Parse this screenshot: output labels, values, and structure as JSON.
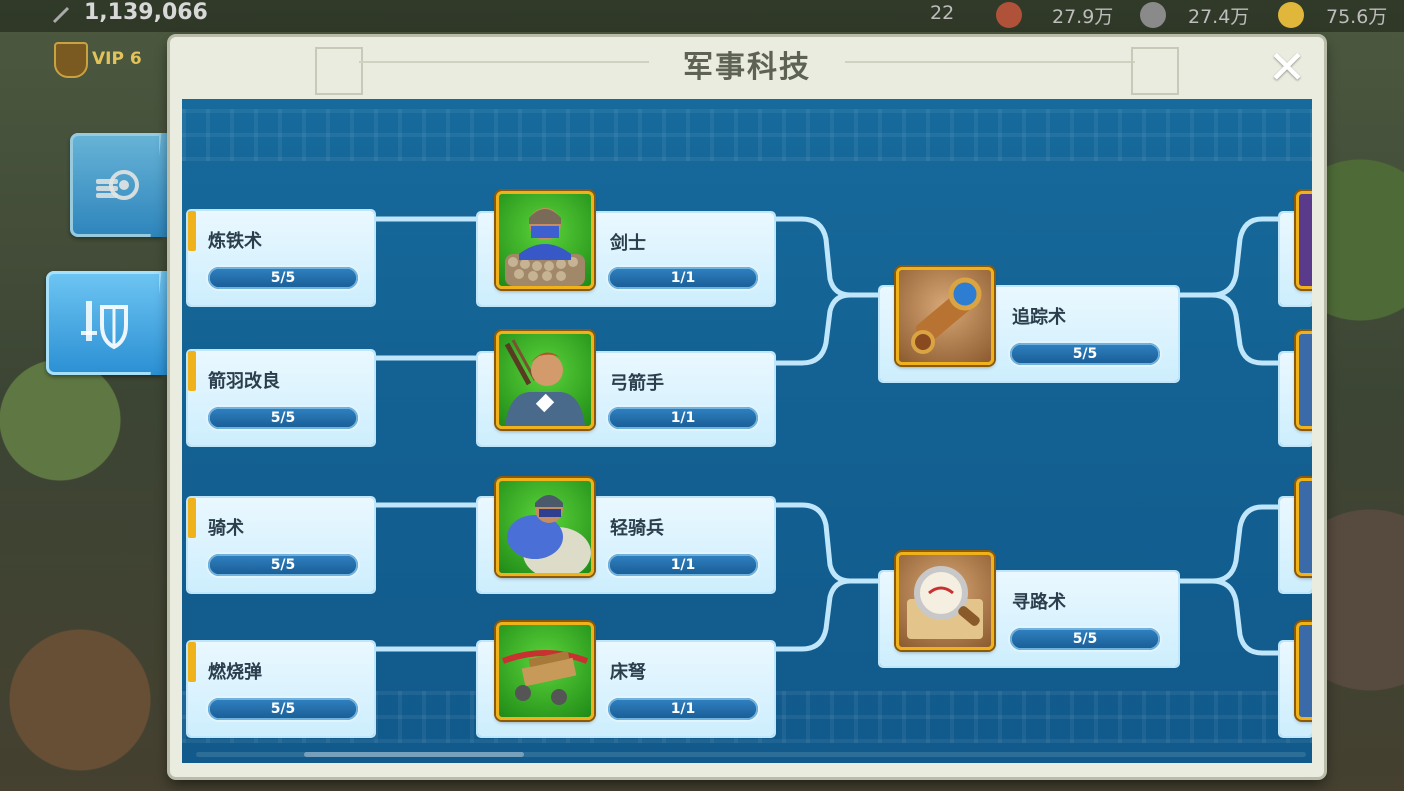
{
  "topbar": {
    "power": "1,139,066",
    "res_count": "22",
    "res_food": "27.9万",
    "res_wood": "27.4万",
    "res_gold": "75.6万",
    "vip": "VIP 6"
  },
  "side_tabs": [
    {
      "icon": "coins-icon"
    },
    {
      "icon": "sword-shield-icon"
    }
  ],
  "panel": {
    "title": "军事科技",
    "close_label": "✕"
  },
  "nodes": {
    "smelting": {
      "name": "炼铁术",
      "progress": "5/5",
      "value": 1.0
    },
    "arrow_feather": {
      "name": "箭羽改良",
      "progress": "5/5",
      "value": 1.0
    },
    "riding": {
      "name": "骑术",
      "progress": "5/5",
      "value": 1.0
    },
    "incendiary": {
      "name": "燃烧弹",
      "progress": "5/5",
      "value": 1.0
    },
    "swordsman": {
      "name": "剑士",
      "progress": "1/1",
      "value": 1.0,
      "icon": "swordsman-icon"
    },
    "archer": {
      "name": "弓箭手",
      "progress": "1/1",
      "value": 1.0,
      "icon": "archer-icon"
    },
    "light_cavalry": {
      "name": "轻骑兵",
      "progress": "1/1",
      "value": 1.0,
      "icon": "light-cavalry-icon"
    },
    "ballista": {
      "name": "床弩",
      "progress": "1/1",
      "value": 1.0,
      "icon": "ballista-icon"
    },
    "tracking": {
      "name": "追踪术",
      "progress": "5/5",
      "value": 1.0,
      "icon": "spyglass-icon"
    },
    "pathfinding": {
      "name": "寻路术",
      "progress": "5/5",
      "value": 1.0,
      "icon": "map-magnifier-icon"
    }
  },
  "colors": {
    "tree_bg": "#136092",
    "card": "#d6f1fd",
    "bar": "#0d4f86",
    "frame_gold": "#f0b21b",
    "line": "#bfe6fa"
  }
}
